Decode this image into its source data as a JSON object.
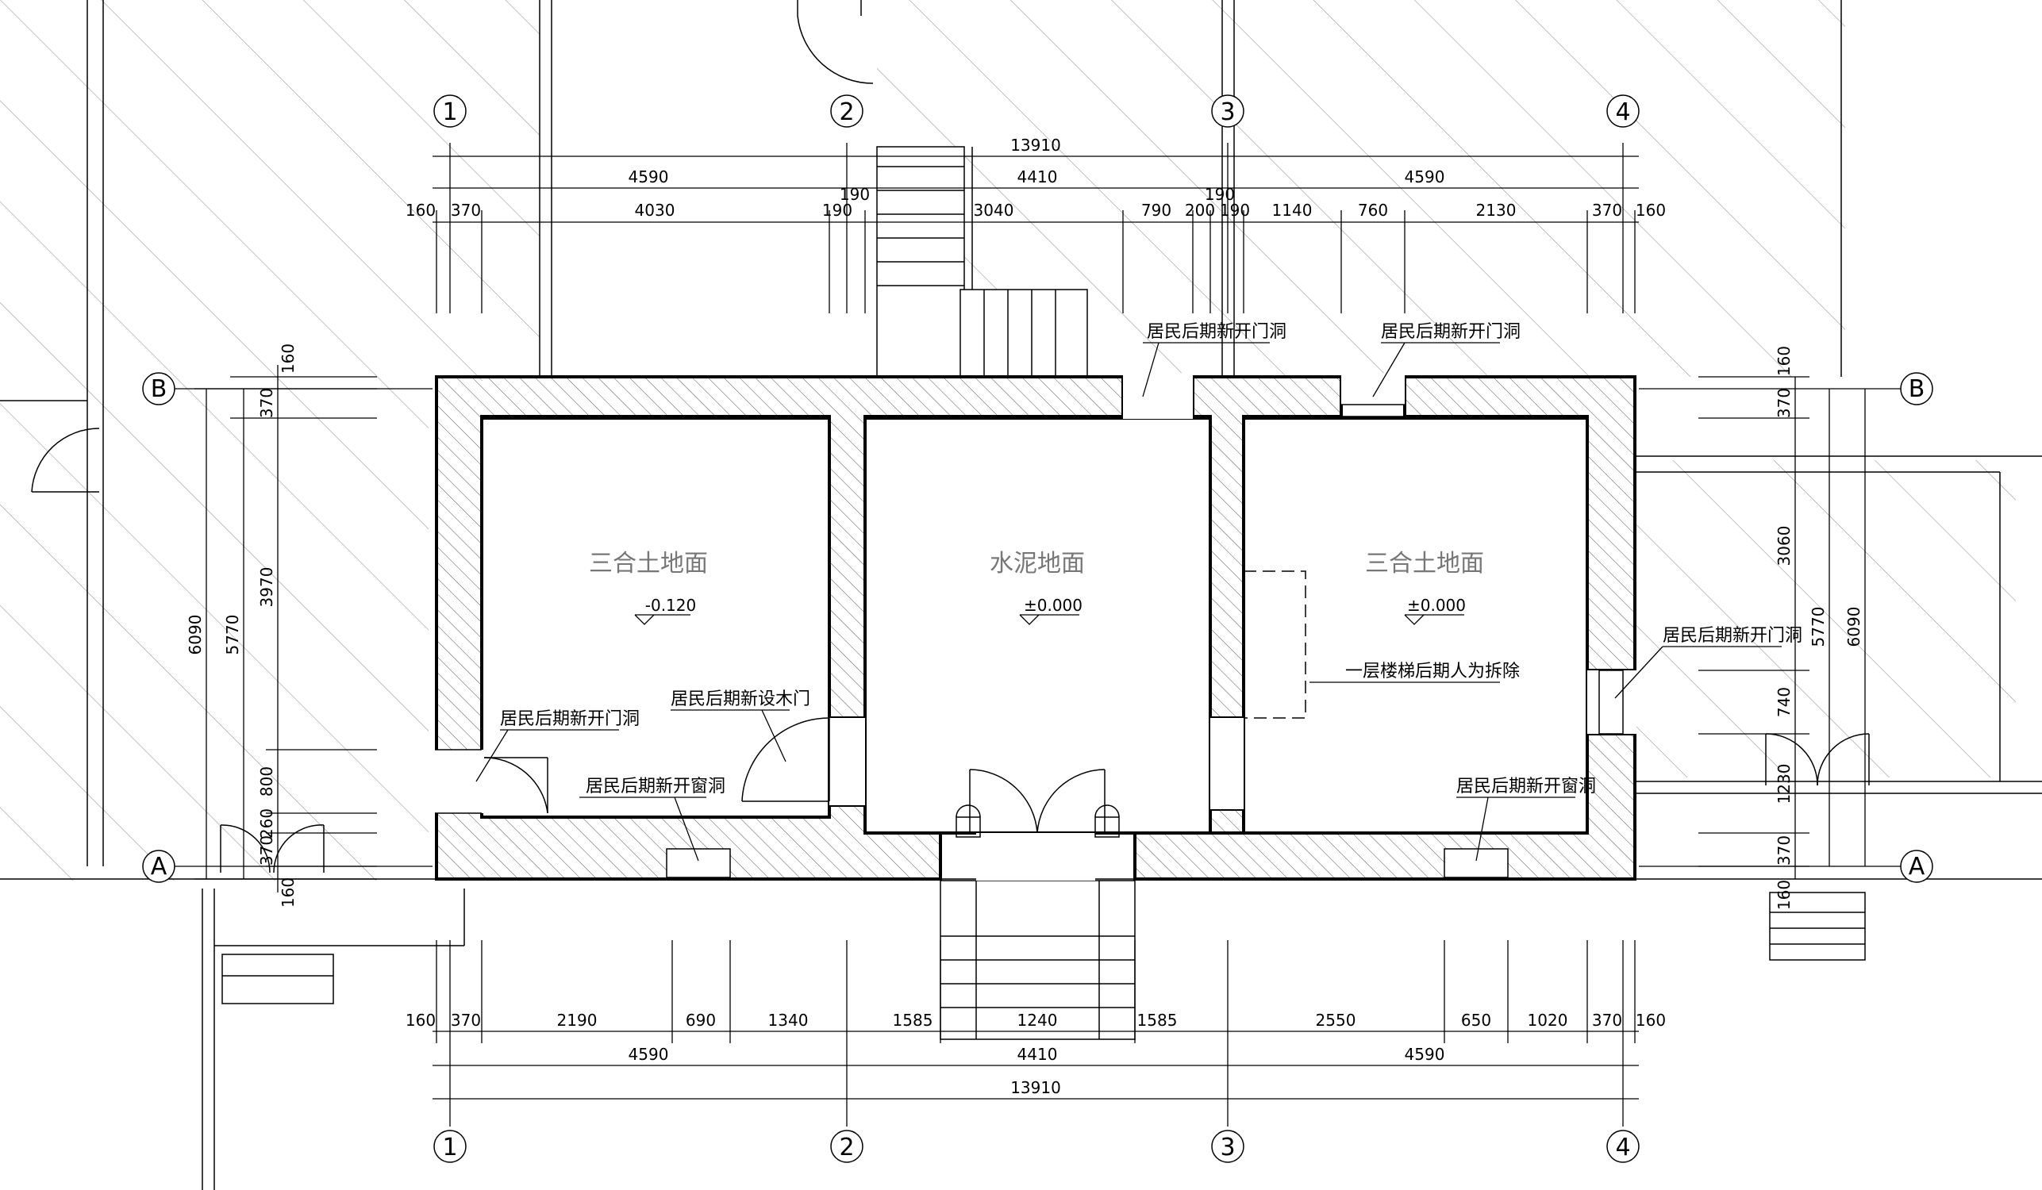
{
  "drawing": {
    "grid_axes": {
      "vertical": [
        "1",
        "2",
        "3",
        "4"
      ],
      "horizontal": [
        "A",
        "B"
      ]
    },
    "top_dims": {
      "overall": "13910",
      "bays": [
        "4590",
        "4410",
        "4590"
      ],
      "extra": "190",
      "detail": [
        "160",
        "370",
        "4030",
        "190",
        "3040",
        "790",
        "200",
        "190",
        "1140",
        "760",
        "2130",
        "370",
        "160"
      ]
    },
    "bottom_dims": {
      "overall": "13910",
      "bays": [
        "4590",
        "4410",
        "4590"
      ],
      "detail": [
        "160",
        "370",
        "2190",
        "690",
        "1340",
        "1585",
        "1240",
        "1585",
        "2550",
        "650",
        "1020",
        "370",
        "160"
      ]
    },
    "left_dims": {
      "overall": "6090",
      "mid": "5770",
      "detail": [
        "160",
        "370",
        "3970",
        "800",
        "260",
        "370",
        "160"
      ]
    },
    "right_dims": {
      "overall": "6090",
      "mid": "5770",
      "detail": [
        "160",
        "370",
        "3060",
        "740",
        "1230",
        "370",
        "160"
      ]
    },
    "rooms": [
      {
        "name": "三合土地面",
        "level": "-0.120"
      },
      {
        "name": "水泥地面",
        "level": "±0.000"
      },
      {
        "name": "三合土地面",
        "level": "±0.000"
      }
    ],
    "labels": {
      "new_door_1": "居民后期新开门洞",
      "new_door_2": "居民后期新开门洞",
      "new_door_left": "居民后期新开门洞",
      "new_door_right": "居民后期新开门洞",
      "new_wood_door": "居民后期新设木门",
      "new_window_left": "居民后期新开窗洞",
      "new_window_right": "居民后期新开窗洞",
      "stair_removed": "一层楼梯后期人为拆除"
    }
  }
}
